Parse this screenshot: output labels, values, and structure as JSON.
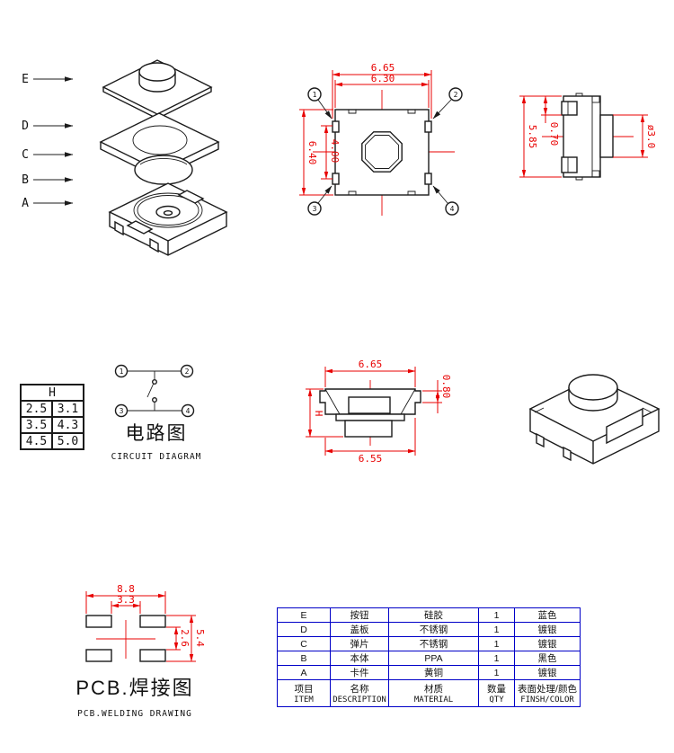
{
  "colors": {
    "dim_red": "#e80000",
    "line_black": "#1b1b1b",
    "table_blue": "#0000c8"
  },
  "exploded": {
    "parts": [
      "E",
      "D",
      "C",
      "B",
      "A"
    ]
  },
  "top_view": {
    "dim_w_outer": "6.65",
    "dim_w_inner": "6.30",
    "dim_h_outer": "6.40",
    "dim_h_inner": "4.00",
    "terminals": [
      "1",
      "2",
      "3",
      "4"
    ]
  },
  "side_view": {
    "dim_height": "5.85",
    "dim_lead": "0.70",
    "dim_stem": "ø3.0"
  },
  "h_table": {
    "header": "H",
    "rows": [
      [
        "2.5",
        "3.1"
      ],
      [
        "3.5",
        "4.3"
      ],
      [
        "4.5",
        "5.0"
      ]
    ]
  },
  "circuit": {
    "terminals": [
      "1",
      "2",
      "3",
      "4"
    ],
    "title_zh": "电路图",
    "title_en": "CIRCUIT DIAGRAM"
  },
  "front_view": {
    "dim_w_top": "6.65",
    "dim_flange": "0.80",
    "dim_height": "H",
    "dim_w_bottom": "6.55"
  },
  "pcb": {
    "dim_outer_w": "8.8",
    "dim_inner_w": "3.3",
    "dim_inner_h": "2.6",
    "dim_outer_h": "5.4",
    "title_zh": "PCB.焊接图",
    "title_en": "PCB.WELDING DRAWING"
  },
  "parts_table": {
    "rows": [
      {
        "item": "E",
        "desc": "按钮",
        "mat": "硅胶",
        "qty": "1",
        "finish": "蓝色"
      },
      {
        "item": "D",
        "desc": "盖板",
        "mat": "不锈钢",
        "qty": "1",
        "finish": "镀银"
      },
      {
        "item": "C",
        "desc": "弹片",
        "mat": "不锈钢",
        "qty": "1",
        "finish": "镀银"
      },
      {
        "item": "B",
        "desc": "本体",
        "mat": "PPA",
        "qty": "1",
        "finish": "黑色"
      },
      {
        "item": "A",
        "desc": "卡件",
        "mat": "黄铜",
        "qty": "1",
        "finish": "镀银"
      }
    ],
    "footer": {
      "item_zh": "项目",
      "item_en": "ITEM",
      "desc_zh": "名称",
      "desc_en": "DESCRIPTION",
      "mat_zh": "材质",
      "mat_en": "MATERIAL",
      "qty_zh": "数量",
      "qty_en": "QTY",
      "finish_zh": "表面处理/颜色",
      "finish_en": "FINSH/COLOR"
    }
  }
}
